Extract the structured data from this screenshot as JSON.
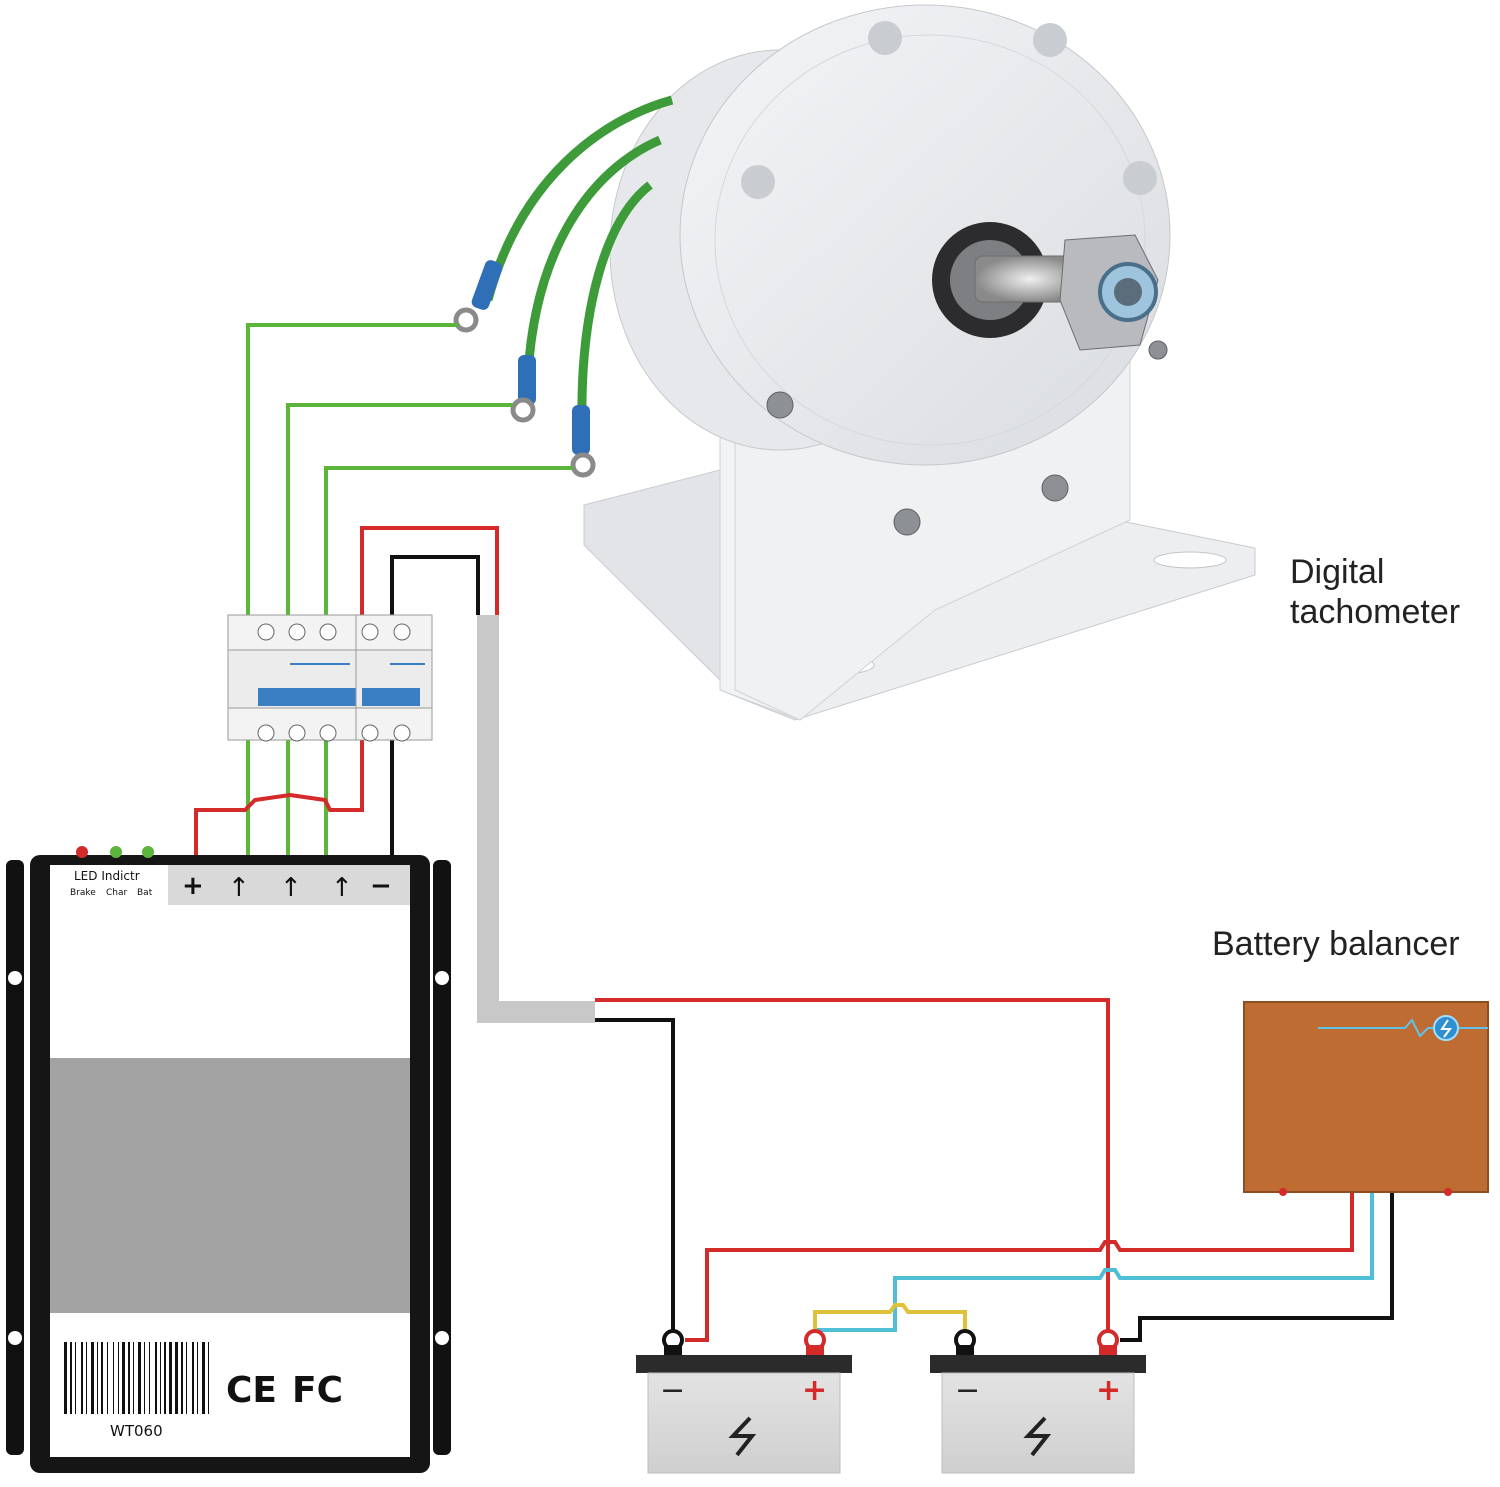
{
  "labels": {
    "tachometer_line1": "Digital",
    "tachometer_line2": "tachometer",
    "battery_balancer": "Battery balancer"
  },
  "controller": {
    "led_title": "LED Indictr",
    "led_brake": "Brake",
    "led_char": "Char",
    "led_bat": "Bat",
    "terminals": [
      "+",
      "↑",
      "↑",
      "↑",
      "−"
    ],
    "model": "WT060",
    "cert_ce": "CE",
    "cert_fc": "FC"
  },
  "batteries": [
    {
      "neg": "−",
      "pos": "+"
    },
    {
      "neg": "−",
      "pos": "+"
    }
  ],
  "colors": {
    "phase_wire": "#5ab53a",
    "positive_wire": "#d42a2a",
    "negative_wire": "#111111",
    "balance_wire": "#4fbfd8",
    "link_wire": "#e0c23a",
    "balancer_body": "#bf6c33",
    "breaker_handle": "#3a7fc4"
  }
}
